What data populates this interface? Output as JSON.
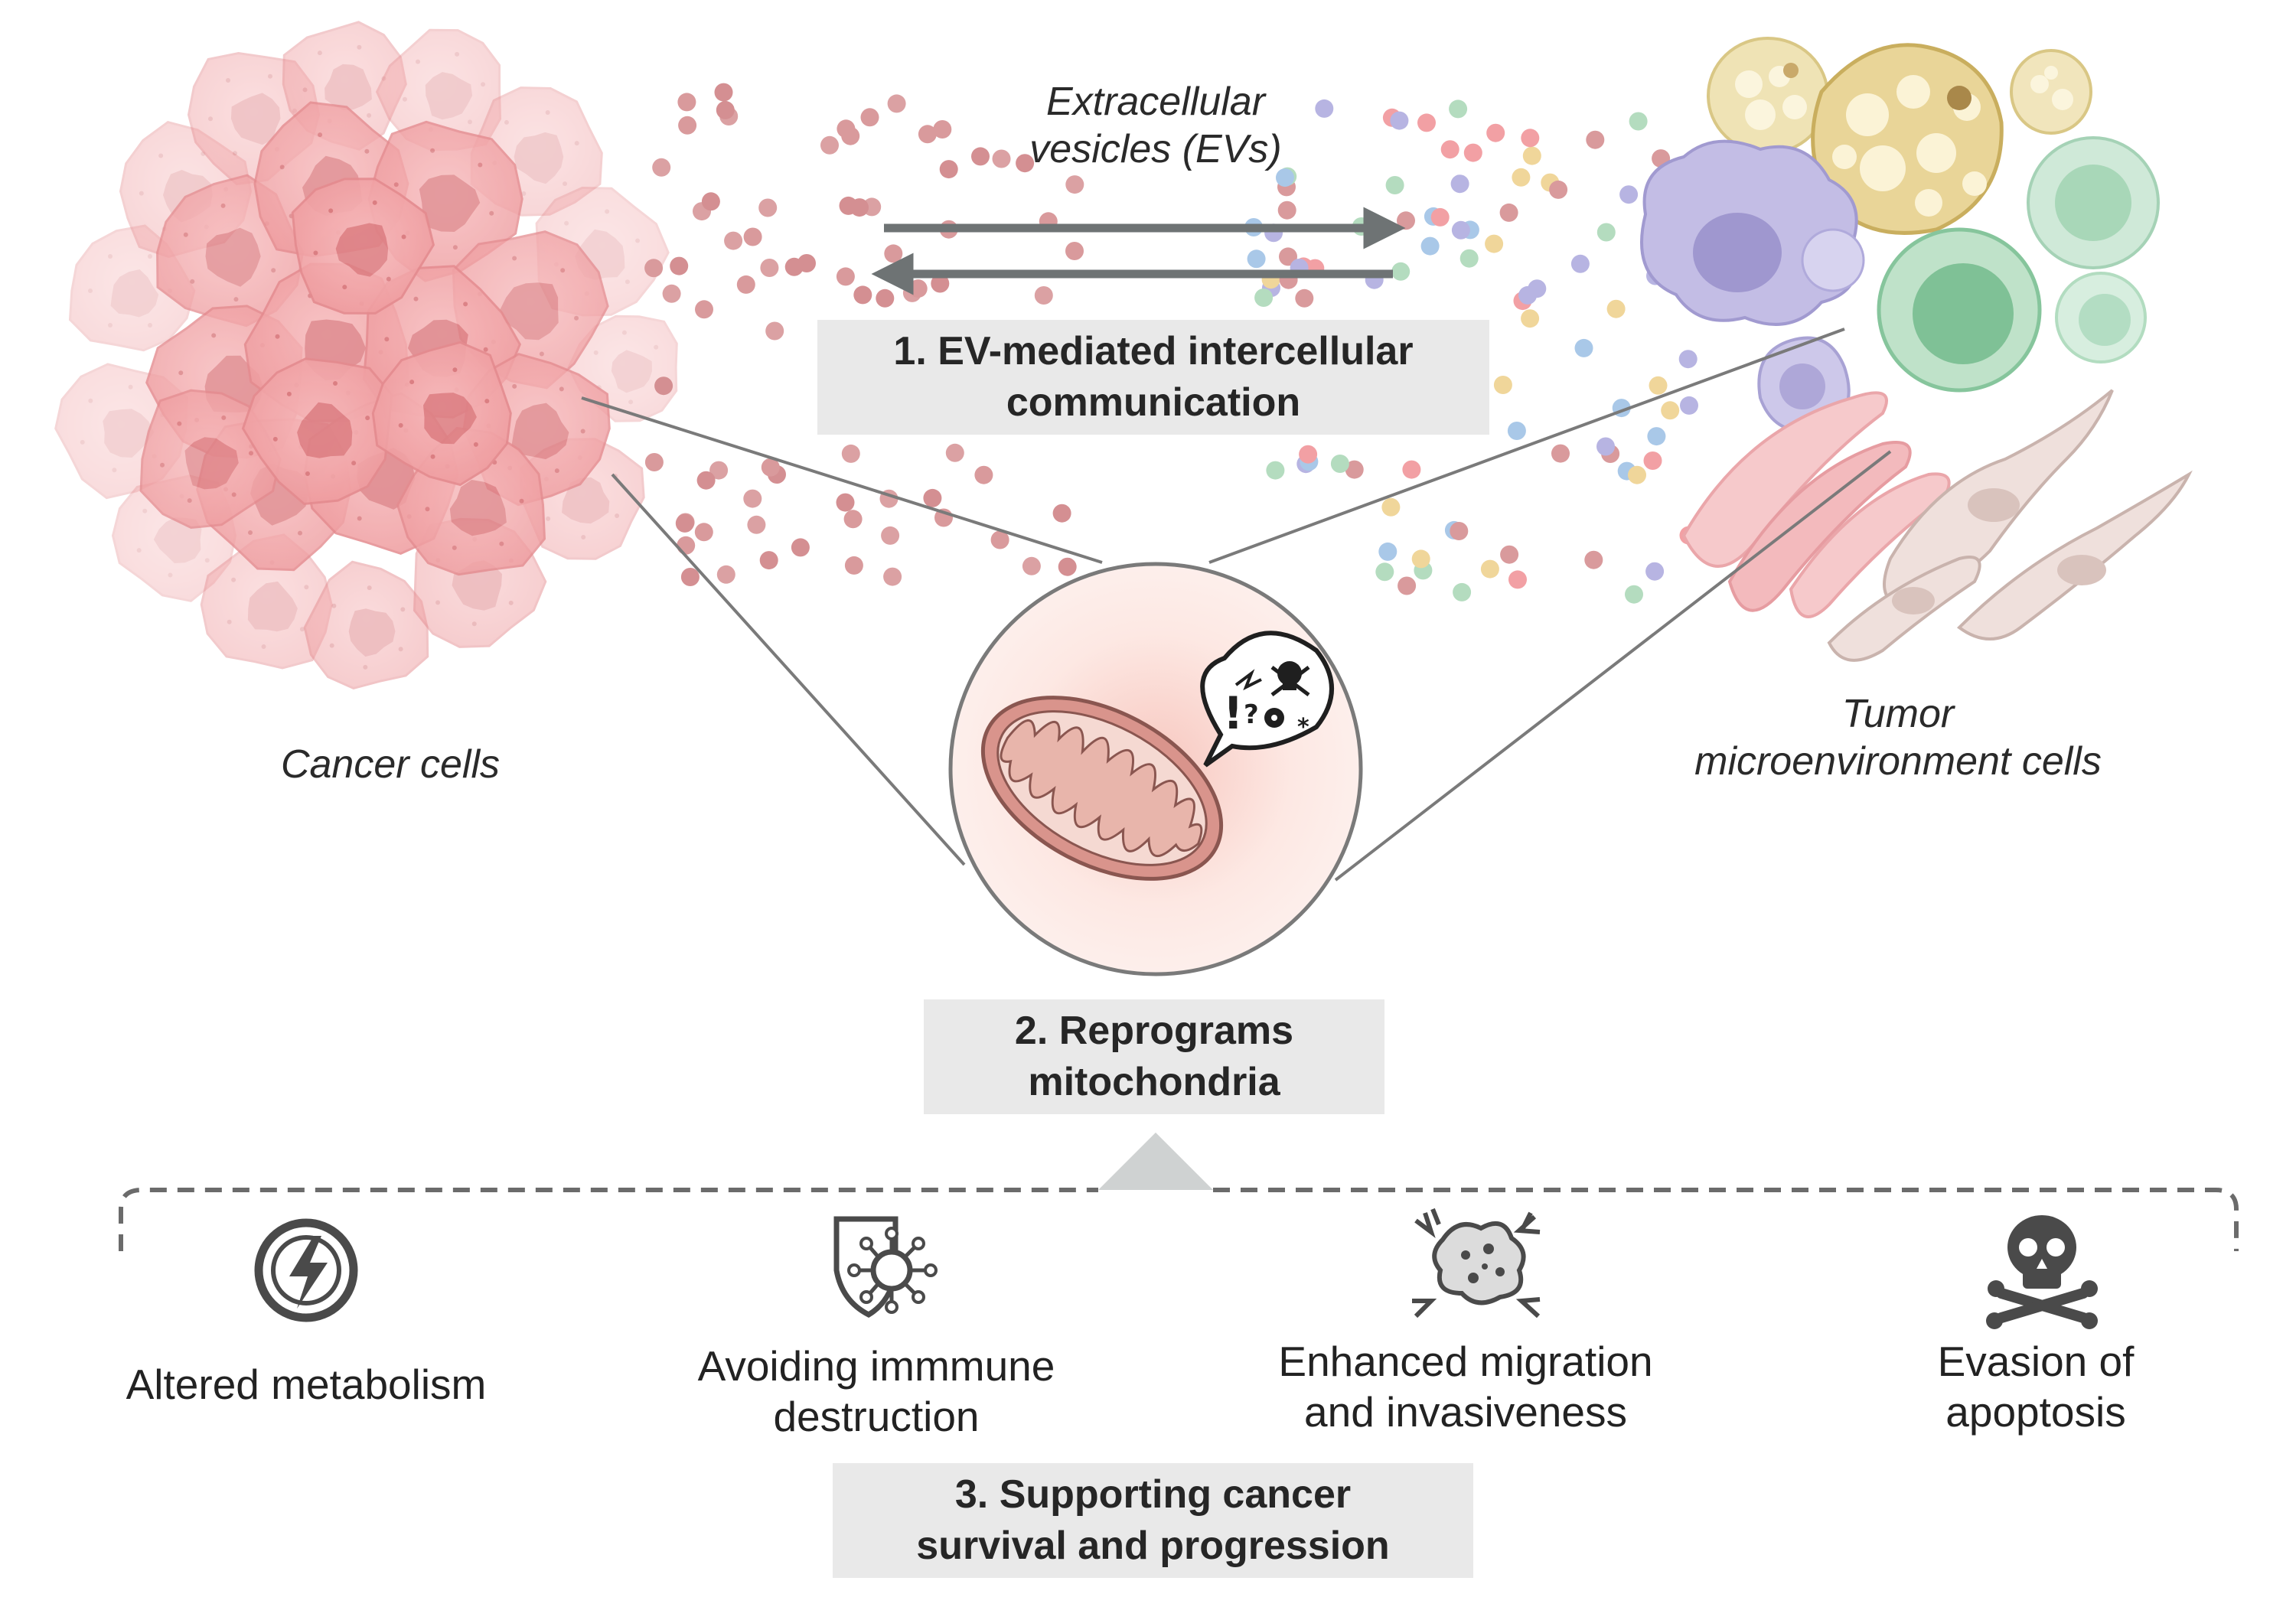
{
  "labels": {
    "evs_line1": "Extracellular",
    "evs_line2": "vesicles (EVs)",
    "cancer_cells": "Cancer cells",
    "tme_line1": "Tumor",
    "tme_line2": "microenvironment cells"
  },
  "steps": {
    "step1_line1": "1. EV-mediated intercellular",
    "step1_line2": "communication",
    "step2_line1": "2. Reprograms",
    "step2_line2": "mitochondria",
    "step3_line1": "3. Supporting cancer",
    "step3_line2": "survival and progression"
  },
  "hallmarks": [
    {
      "icon": "lightning-bolt-icon",
      "line1": "Altered metabolism",
      "line2": ""
    },
    {
      "icon": "shield-virus-icon",
      "line1": "Avoiding immmune",
      "line2": "destruction"
    },
    {
      "icon": "cell-migration-icon",
      "line1": "Enhanced migration",
      "line2": "and invasiveness"
    },
    {
      "icon": "skull-crossbones-icon",
      "line1": "Evasion of",
      "line2": "apoptosis"
    }
  ],
  "colors": {
    "cancer_cell": "#f2a6a8",
    "vesicle_red": "#d98c8f",
    "arrow": "#6e7374",
    "label_box": "#e9e9e9",
    "mito": "#e7b4ad",
    "icon": "#4a4a4a"
  }
}
